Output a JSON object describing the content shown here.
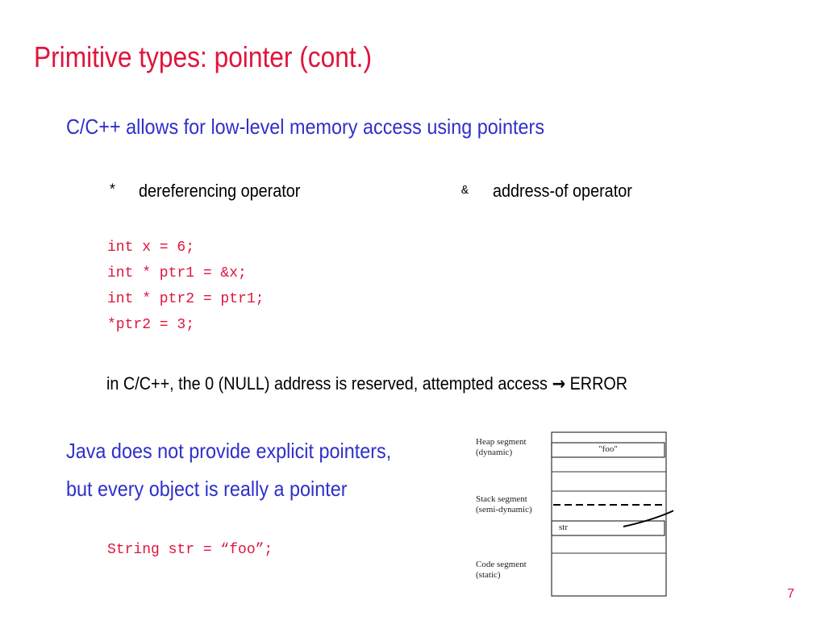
{
  "title": "Primitive types: pointer (cont.)",
  "bullet1": "C/C++ allows for low-level memory access using pointers",
  "operators": [
    {
      "symbol": "*",
      "label": "dereferencing operator"
    },
    {
      "symbol": "&",
      "label": "address-of operator"
    }
  ],
  "code_lines": [
    "int x = 6;",
    "int * ptr1 = &x;",
    "int * ptr2 = ptr1;",
    "*ptr2 = 3;"
  ],
  "null_note": {
    "text": "in C/C++, the 0 (NULL)  address is reserved, attempted access",
    "arrow": "→",
    "result": "ERROR"
  },
  "java_lines": [
    "Java does not provide explicit pointers,",
    "but every object is really a pointer"
  ],
  "java_code": "String str = “foo”;",
  "diagram": {
    "heap_label": [
      "Heap segment",
      "(dynamic)"
    ],
    "stack_label": [
      "Stack segment",
      "(semi-dynamic)"
    ],
    "code_label": [
      "Code segment",
      "(static)"
    ],
    "heap_value": "\"foo\"",
    "stack_value": "str"
  },
  "page_number": "7",
  "colors": {
    "title": "#e0143c",
    "heading": "#2e30c8",
    "code": "#e0143c"
  }
}
